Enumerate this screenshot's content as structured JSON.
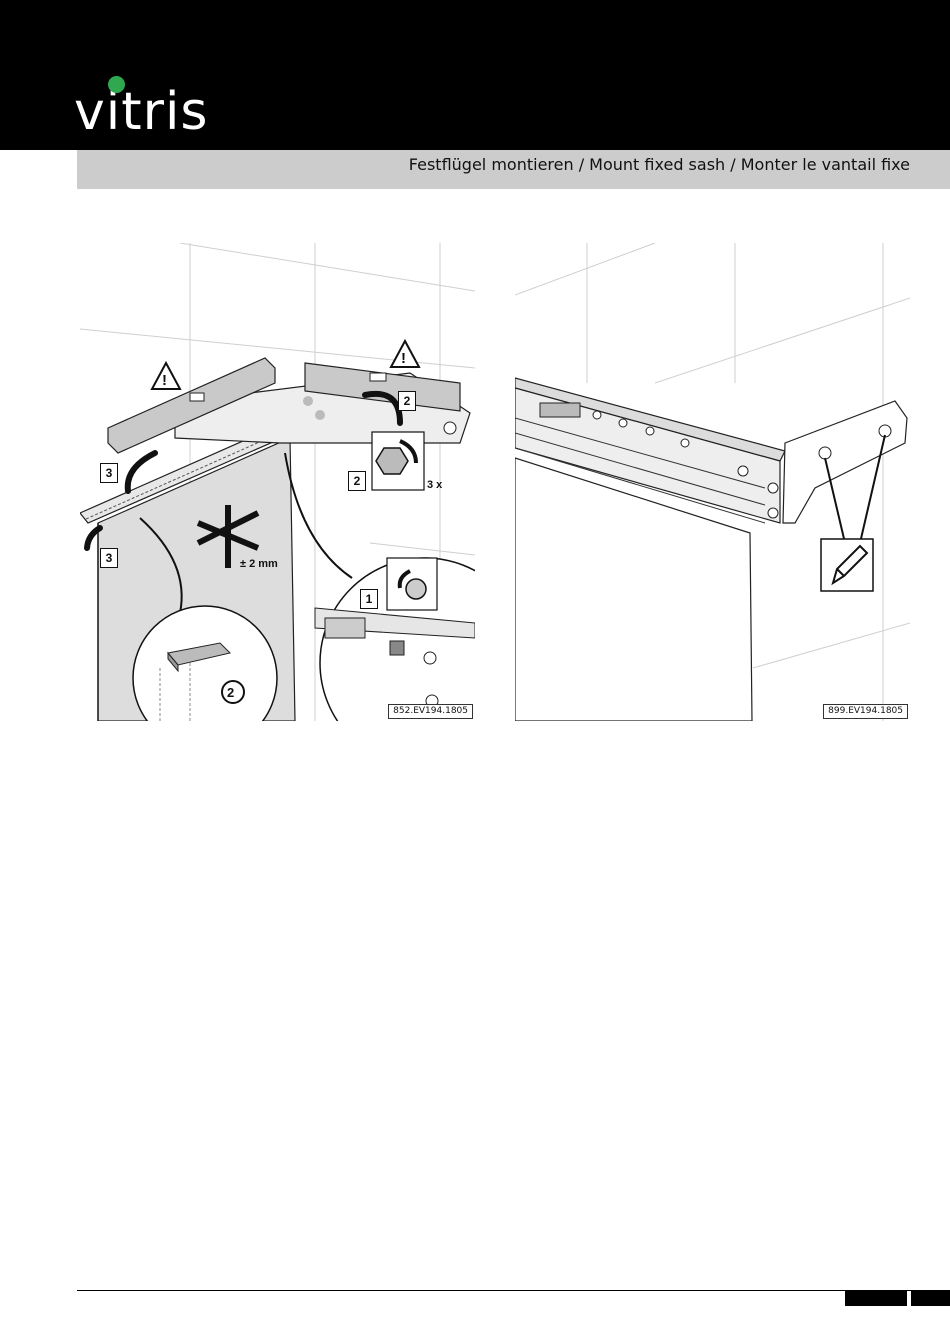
{
  "brand": {
    "logo_text": "vitris",
    "dot_color": "#2fa84f"
  },
  "header": {
    "title": "Festflügel montieren / Mount fixed sash / Monter le vantail fixe"
  },
  "figure_left": {
    "ref": "852.EV194.1805",
    "steps": [
      "1",
      "2",
      "2",
      "2",
      "3",
      "3"
    ],
    "times_label": "3 x",
    "tolerance_label": "± 2 mm"
  },
  "figure_right": {
    "ref": "899.EV194.1805"
  },
  "colors": {
    "header_bg": "#000000",
    "band_bg": "#cccccc",
    "panel_gray": "#dddddd"
  }
}
